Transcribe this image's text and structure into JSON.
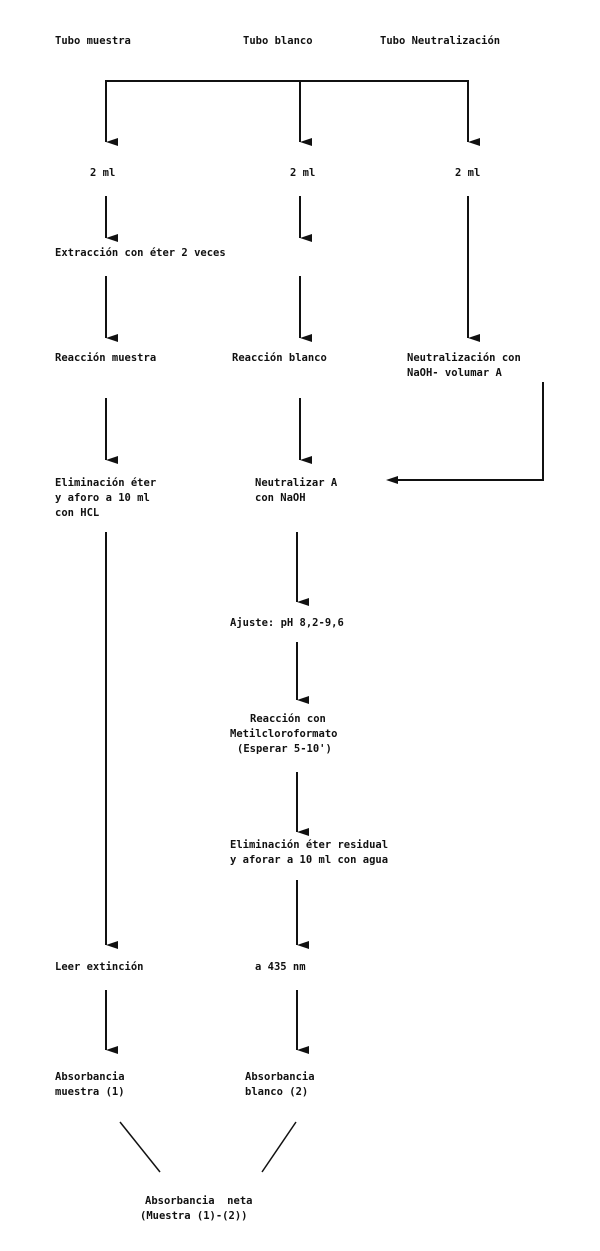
{
  "headers": {
    "sample": "Tubo muestra",
    "blank": "Tubo blanco",
    "neutral": "Tubo Neutralización"
  },
  "volumes": {
    "sample": "2 ml",
    "blank": "2 ml",
    "neutral": "2 ml"
  },
  "extraction": "Extracción con éter 2 veces",
  "reaction": {
    "sample": "Reacción muestra",
    "blank": "Reacción blanco",
    "neutral_1": "Neutralización con",
    "neutral_2": "NaOH- volumar A"
  },
  "elimination_sample": [
    "Eliminación éter",
    "y aforo a 10 ml",
    "con HCL"
  ],
  "neutralize": [
    "Neutralizar A",
    "con NaOH"
  ],
  "adjust": "Ajuste: pH 8,2-9,6",
  "reaction_methyl": [
    "Reacción con",
    "Metilcloroformato",
    "(Esperar 5-10')"
  ],
  "elimination_blank": [
    "Eliminación éter residual",
    "y aforar a 10 ml con agua"
  ],
  "read": {
    "sample": "Leer extinción",
    "blank": "a 435 nm"
  },
  "absorbance": {
    "sample_1": "Absorbancia",
    "sample_2": "muestra (1)",
    "blank_1": "Absorbancia",
    "blank_2": "blanco (2)"
  },
  "net": [
    "Absorbancia  neta",
    "(Muestra (1)-(2))"
  ]
}
